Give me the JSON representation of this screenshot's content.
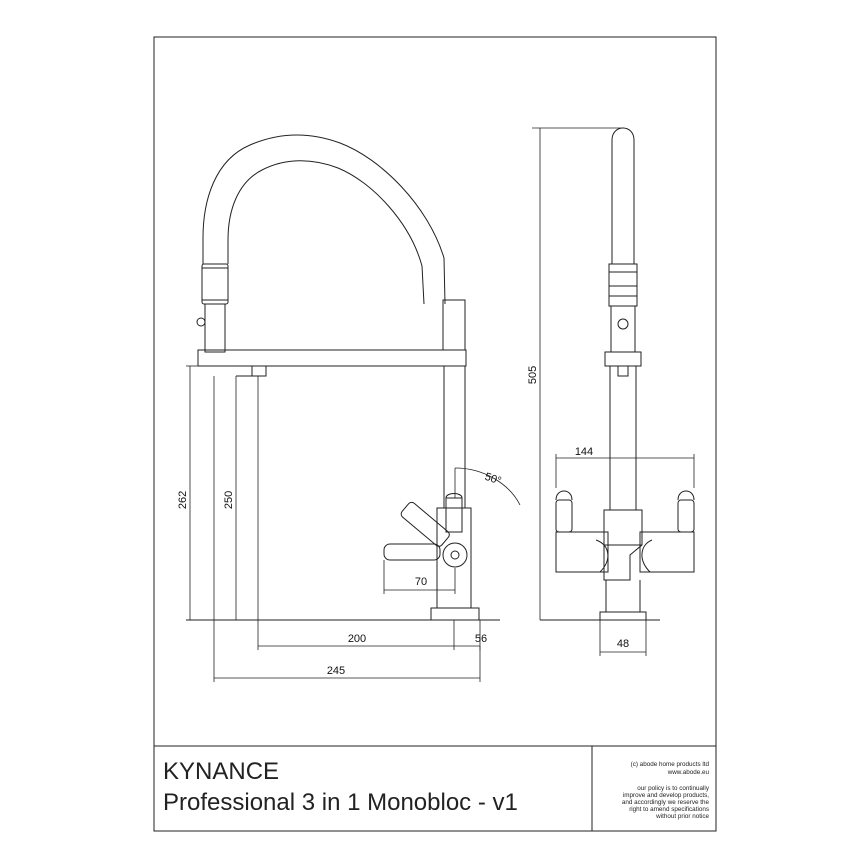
{
  "dimensions": {
    "height_total": "262",
    "height_spout": "250",
    "side_height": "505",
    "handle_span": "144",
    "base_depth": "48",
    "lever_reach": "70",
    "lever_angle": "50°",
    "spout_reach": "200",
    "base_offset": "56",
    "overall_reach": "245"
  },
  "title_block": {
    "product": "KYNANCE",
    "subtitle": "Professional 3 in 1 Monobloc - v1",
    "copyright": "(c) abode home products ltd",
    "website": "www.abode.eu",
    "policy_lines": [
      "our policy is to continually",
      "improve and develop products,",
      "and accordingly we reserve the",
      "right to amend specifications",
      "without prior notice"
    ]
  }
}
